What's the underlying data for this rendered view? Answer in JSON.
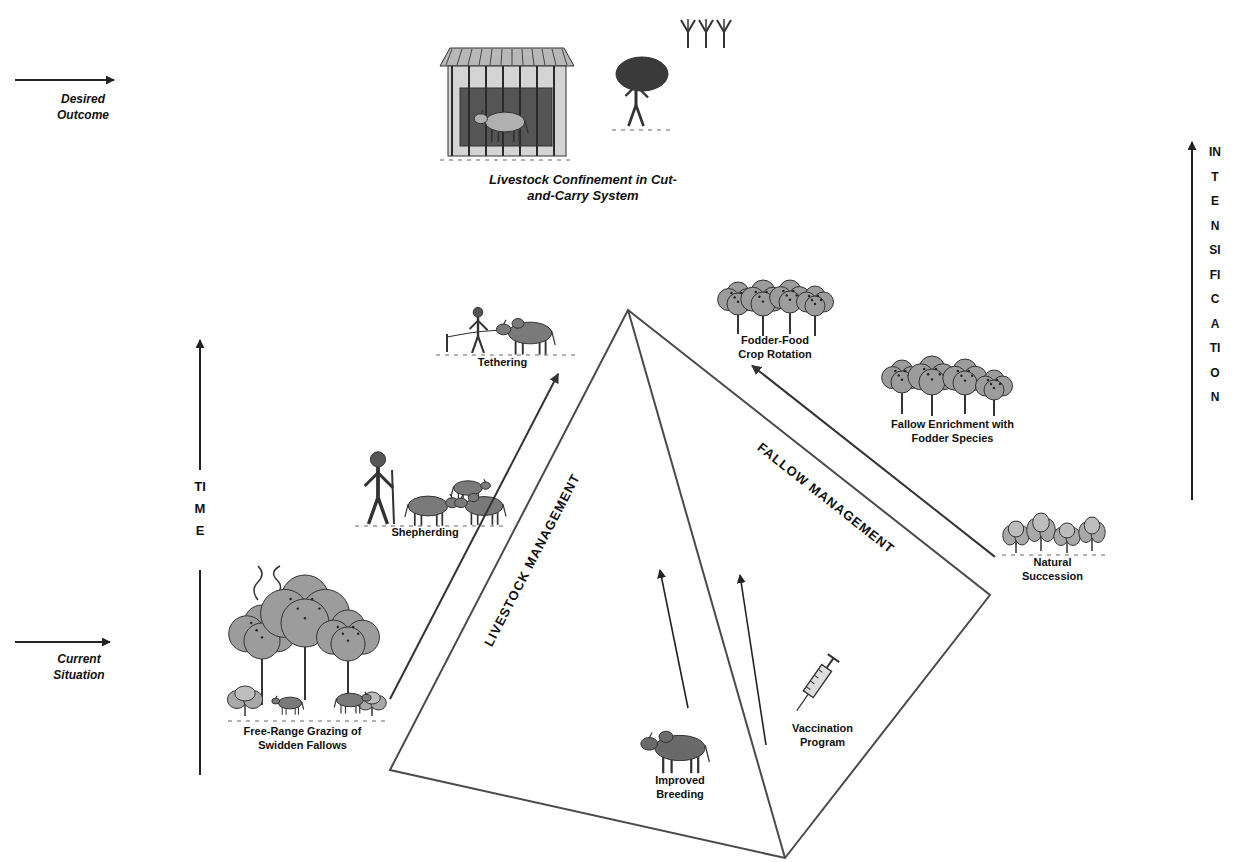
{
  "diagram": {
    "nodes": [
      {
        "text": [
          "Livestock Confinement in Cut-and-Carry System"
        ]
      },
      {
        "text": [
          "Tethering"
        ]
      },
      {
        "text": [
          "Fodder-Food Crop Rotation"
        ]
      },
      {
        "text": [
          "Fallow Enrichment with Fodder Species"
        ]
      },
      {
        "text": [
          "Shepherding"
        ]
      },
      {
        "text": [
          "Natural Succession"
        ]
      },
      {
        "text": [
          "Free-Range Grazing of Swidden Fallows"
        ]
      },
      {
        "text": [
          "Vaccination Program"
        ]
      },
      {
        "text": [
          "Improved Breeding"
        ]
      }
    ],
    "edges": [
      {
        "from": 6,
        "to": 1,
        "arrow": "to"
      },
      {
        "from": 5,
        "to": 2,
        "arrow": "to"
      }
    ],
    "labels": [
      "Desired Outcome",
      "Current Situation",
      "TIME",
      "INTENSIFICATION",
      "LIVESTOCK MANAGEMENT",
      "FALLOW MANAGEMENT"
    ]
  }
}
